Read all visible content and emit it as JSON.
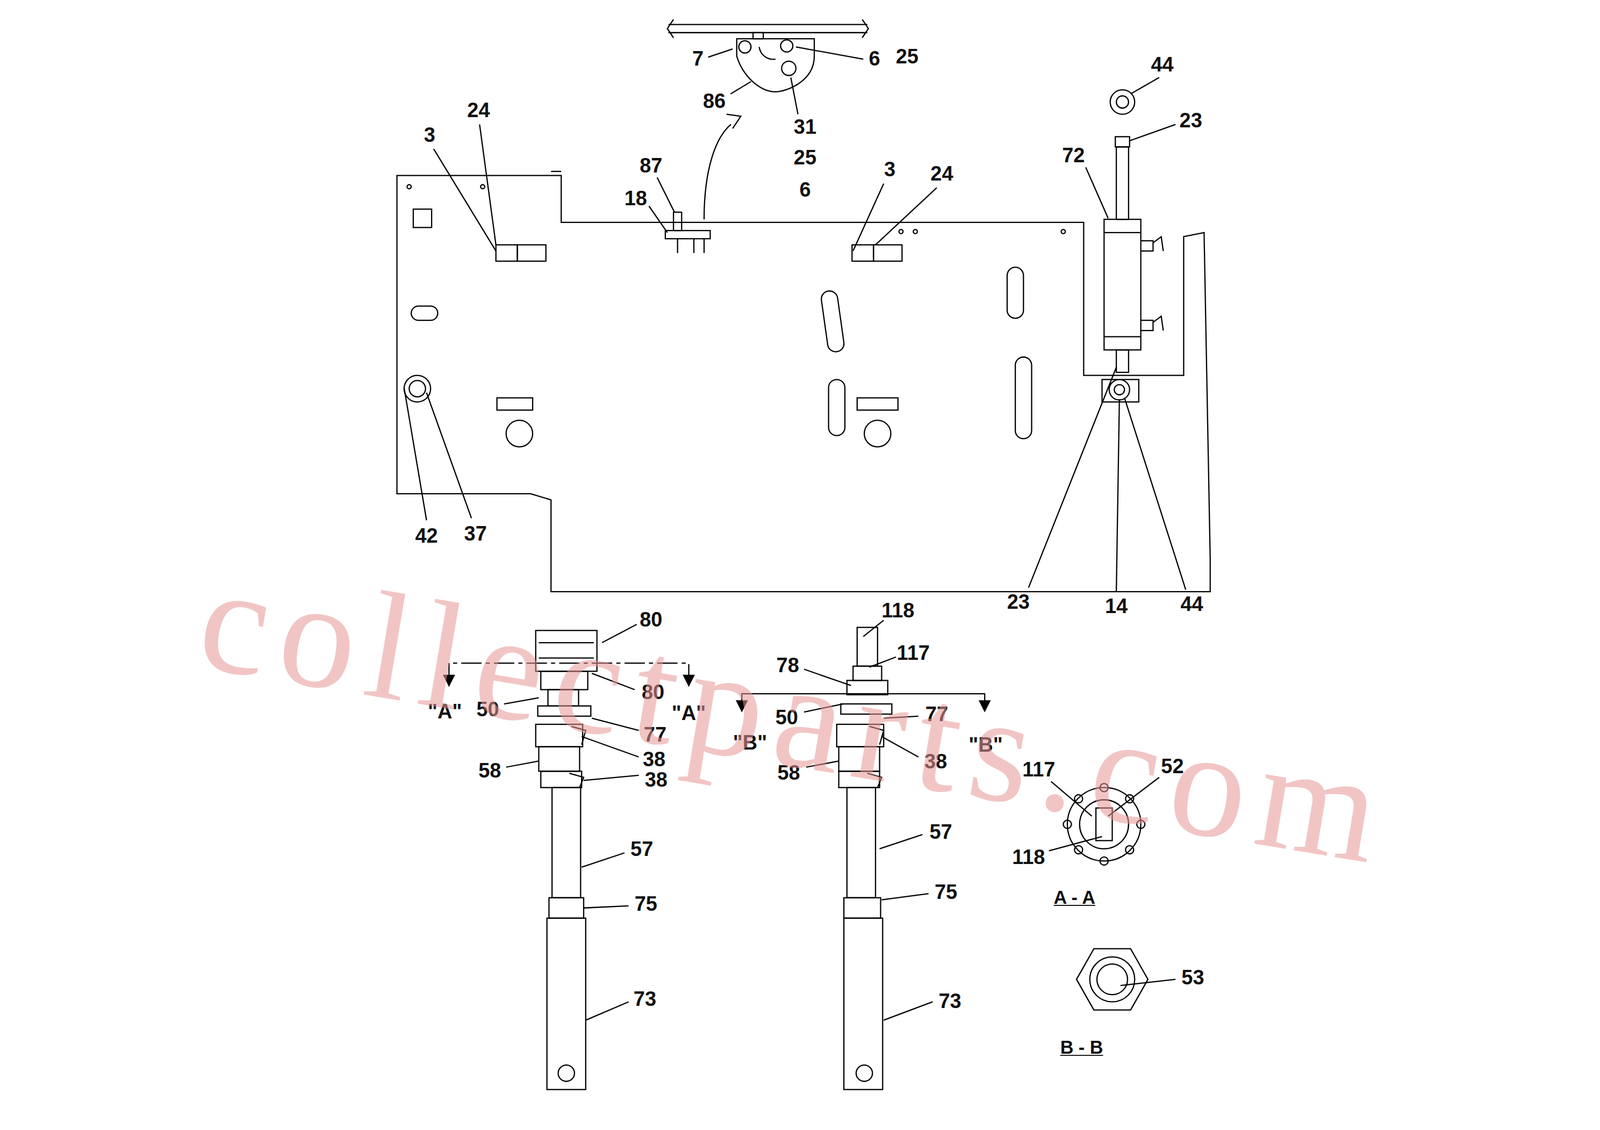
{
  "diagram": {
    "labels": [
      "7",
      "6",
      "25",
      "86",
      "31",
      "25",
      "6",
      "44",
      "23",
      "72",
      "24",
      "3",
      "87",
      "18",
      "3",
      "24",
      "42",
      "37",
      "23",
      "14",
      "44",
      "80",
      "80",
      "\"A\"",
      "\"A\"",
      "50",
      "77",
      "38",
      "38",
      "58",
      "57",
      "75",
      "73",
      "118",
      "117",
      "78",
      "50",
      "77",
      "\"B\"",
      "\"B\"",
      "38",
      "58",
      "57",
      "75",
      "73",
      "117",
      "52",
      "118",
      "A - A",
      "53",
      "B - B",
      "collectparts.com"
    ]
  }
}
